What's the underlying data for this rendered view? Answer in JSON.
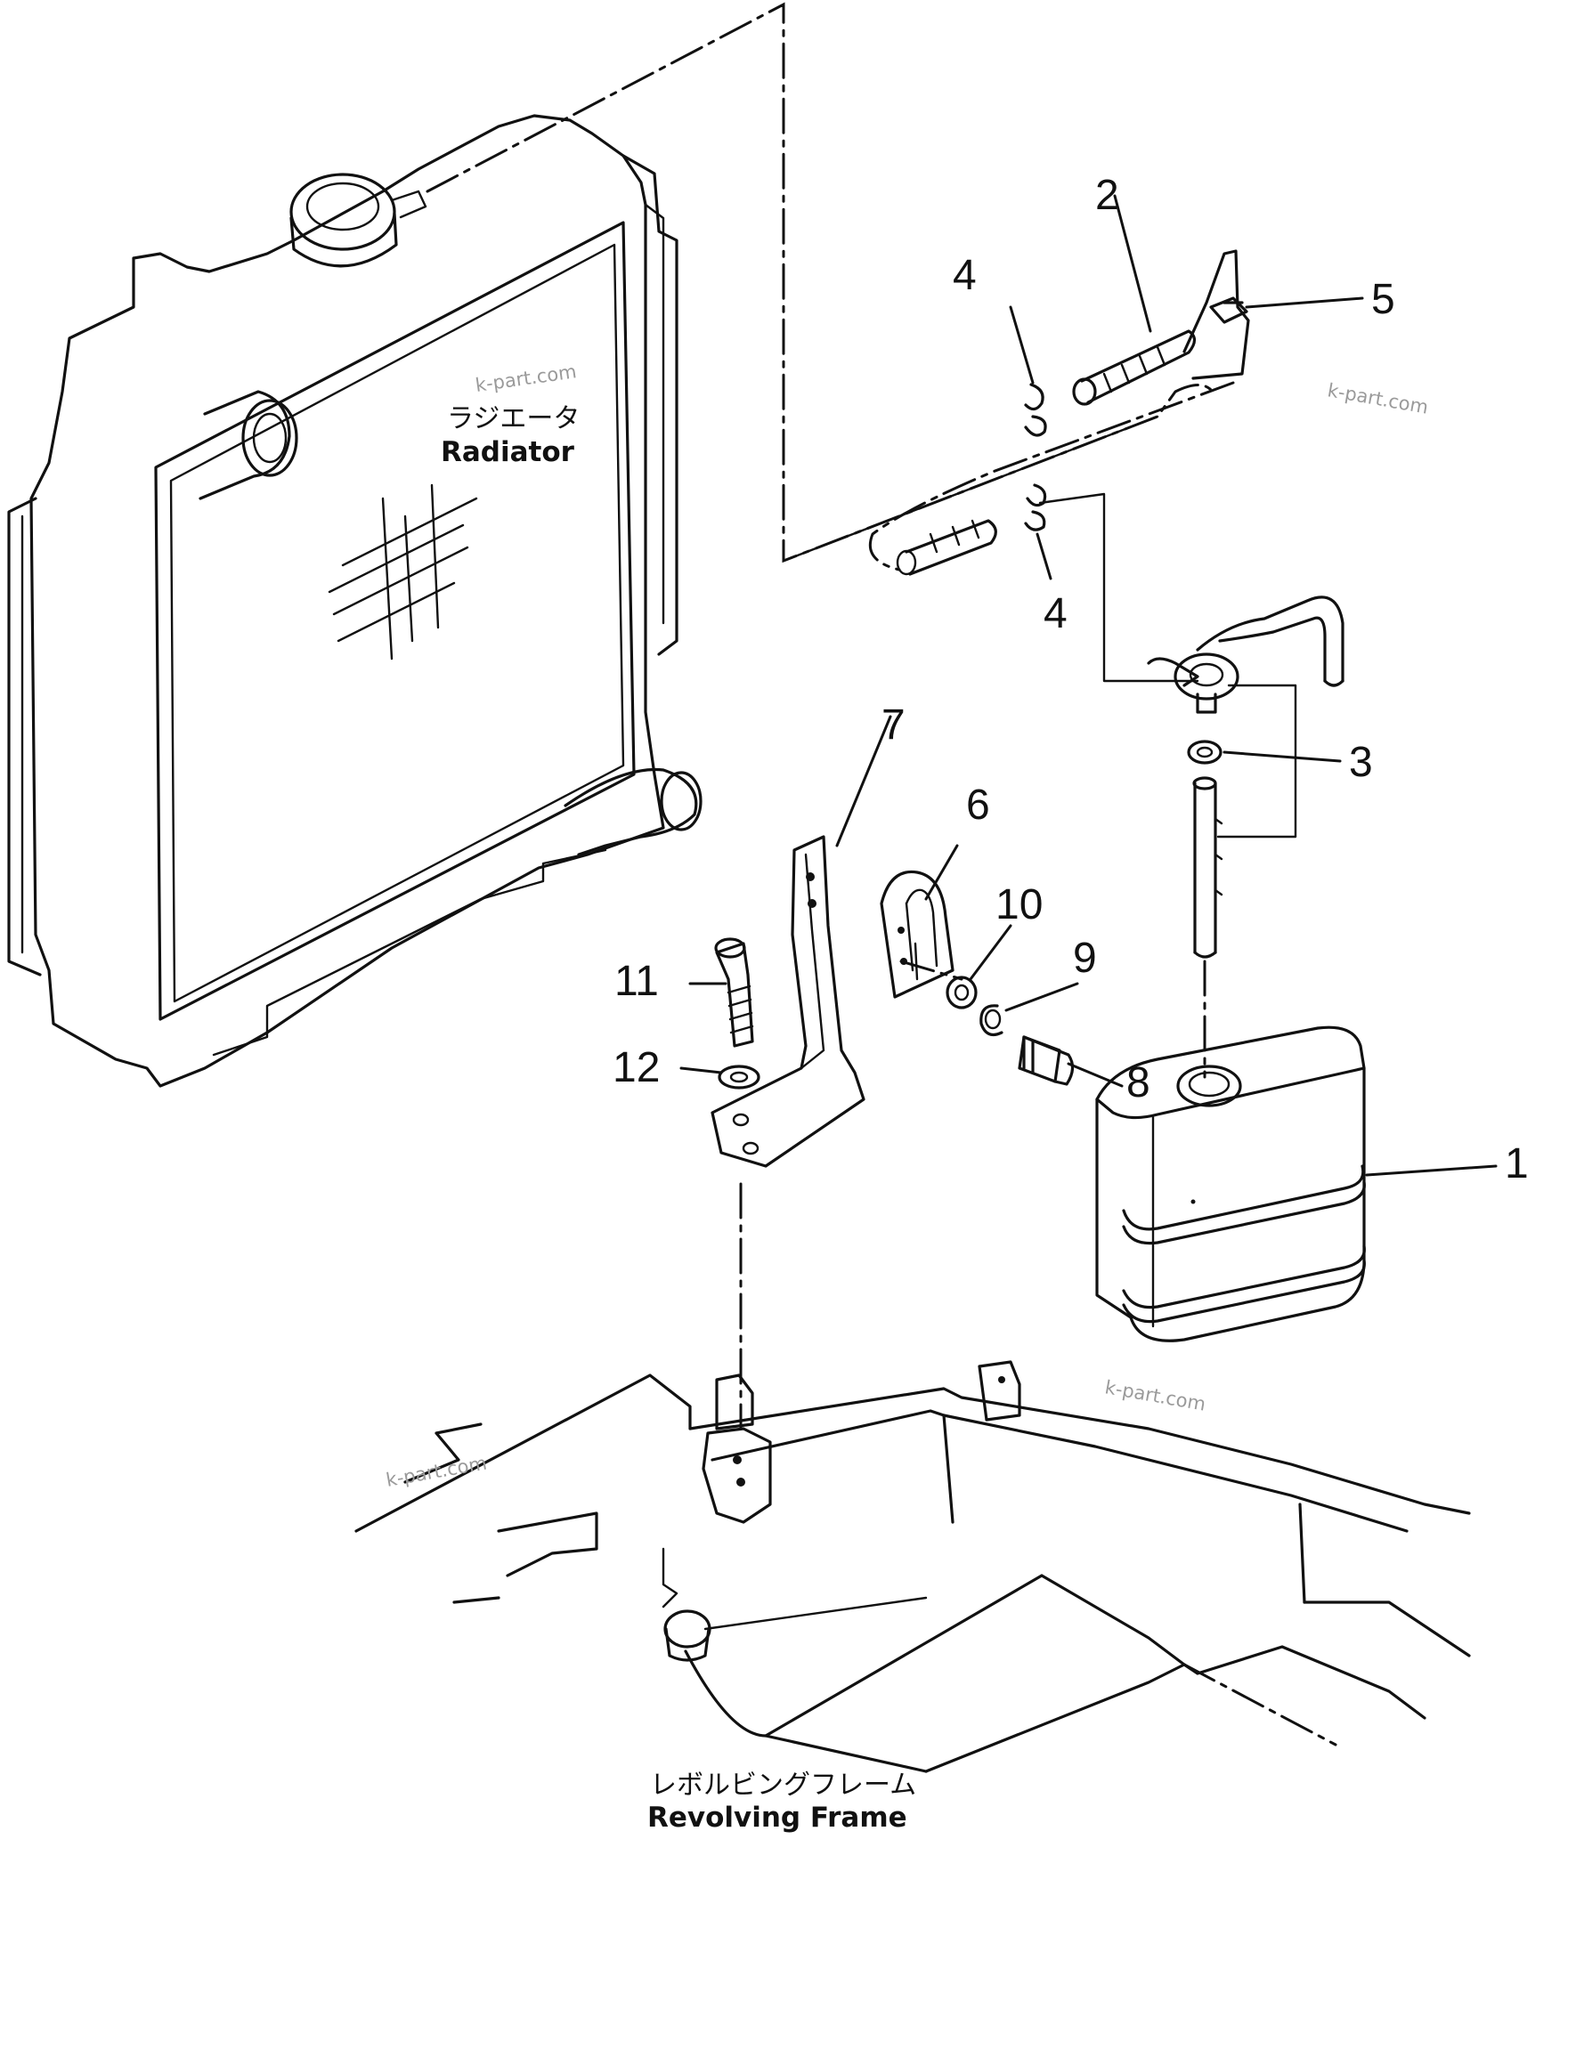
{
  "labels": {
    "radiator_jp": "ラジエータ",
    "radiator_en": "Radiator",
    "frame_jp": "レボルビングフレーム",
    "frame_en": "Revolving  Frame"
  },
  "callouts": {
    "p1": "1",
    "p2": "2",
    "p3": "3",
    "p4a": "4",
    "p4b": "4",
    "p5": "5",
    "p6": "6",
    "p7": "7",
    "p8": "8",
    "p9": "9",
    "p10": "10",
    "p11": "11",
    "p12": "12"
  },
  "watermarks": [
    "k-part.com",
    "k-part.com",
    "k-part.com",
    "k-part.com"
  ]
}
